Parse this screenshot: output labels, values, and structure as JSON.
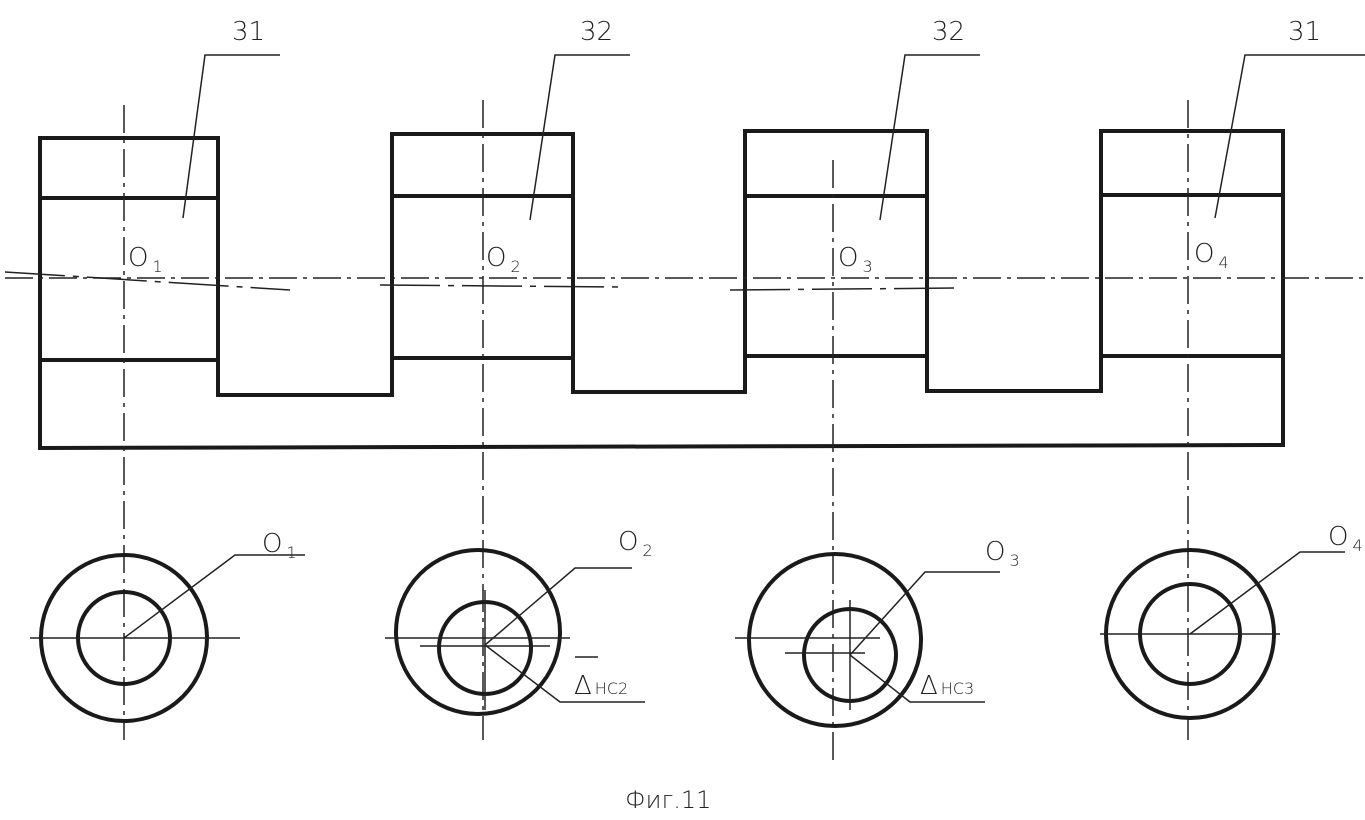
{
  "figure": {
    "caption": "Фиг.11",
    "callouts": [
      "31",
      "32",
      "32",
      "31"
    ],
    "section_centers": [
      "O",
      "O",
      "O",
      "O"
    ],
    "section_center_indices": [
      "1",
      "2",
      "3",
      "4"
    ],
    "circle_centers": [
      "O",
      "O",
      "O",
      "O"
    ],
    "circle_center_indices": [
      "1",
      "2",
      "3",
      "4"
    ],
    "offsets": [
      {
        "symbol": "Δ",
        "subscript": "НС2"
      },
      {
        "symbol": "Δ",
        "subscript": "НС3"
      }
    ]
  }
}
